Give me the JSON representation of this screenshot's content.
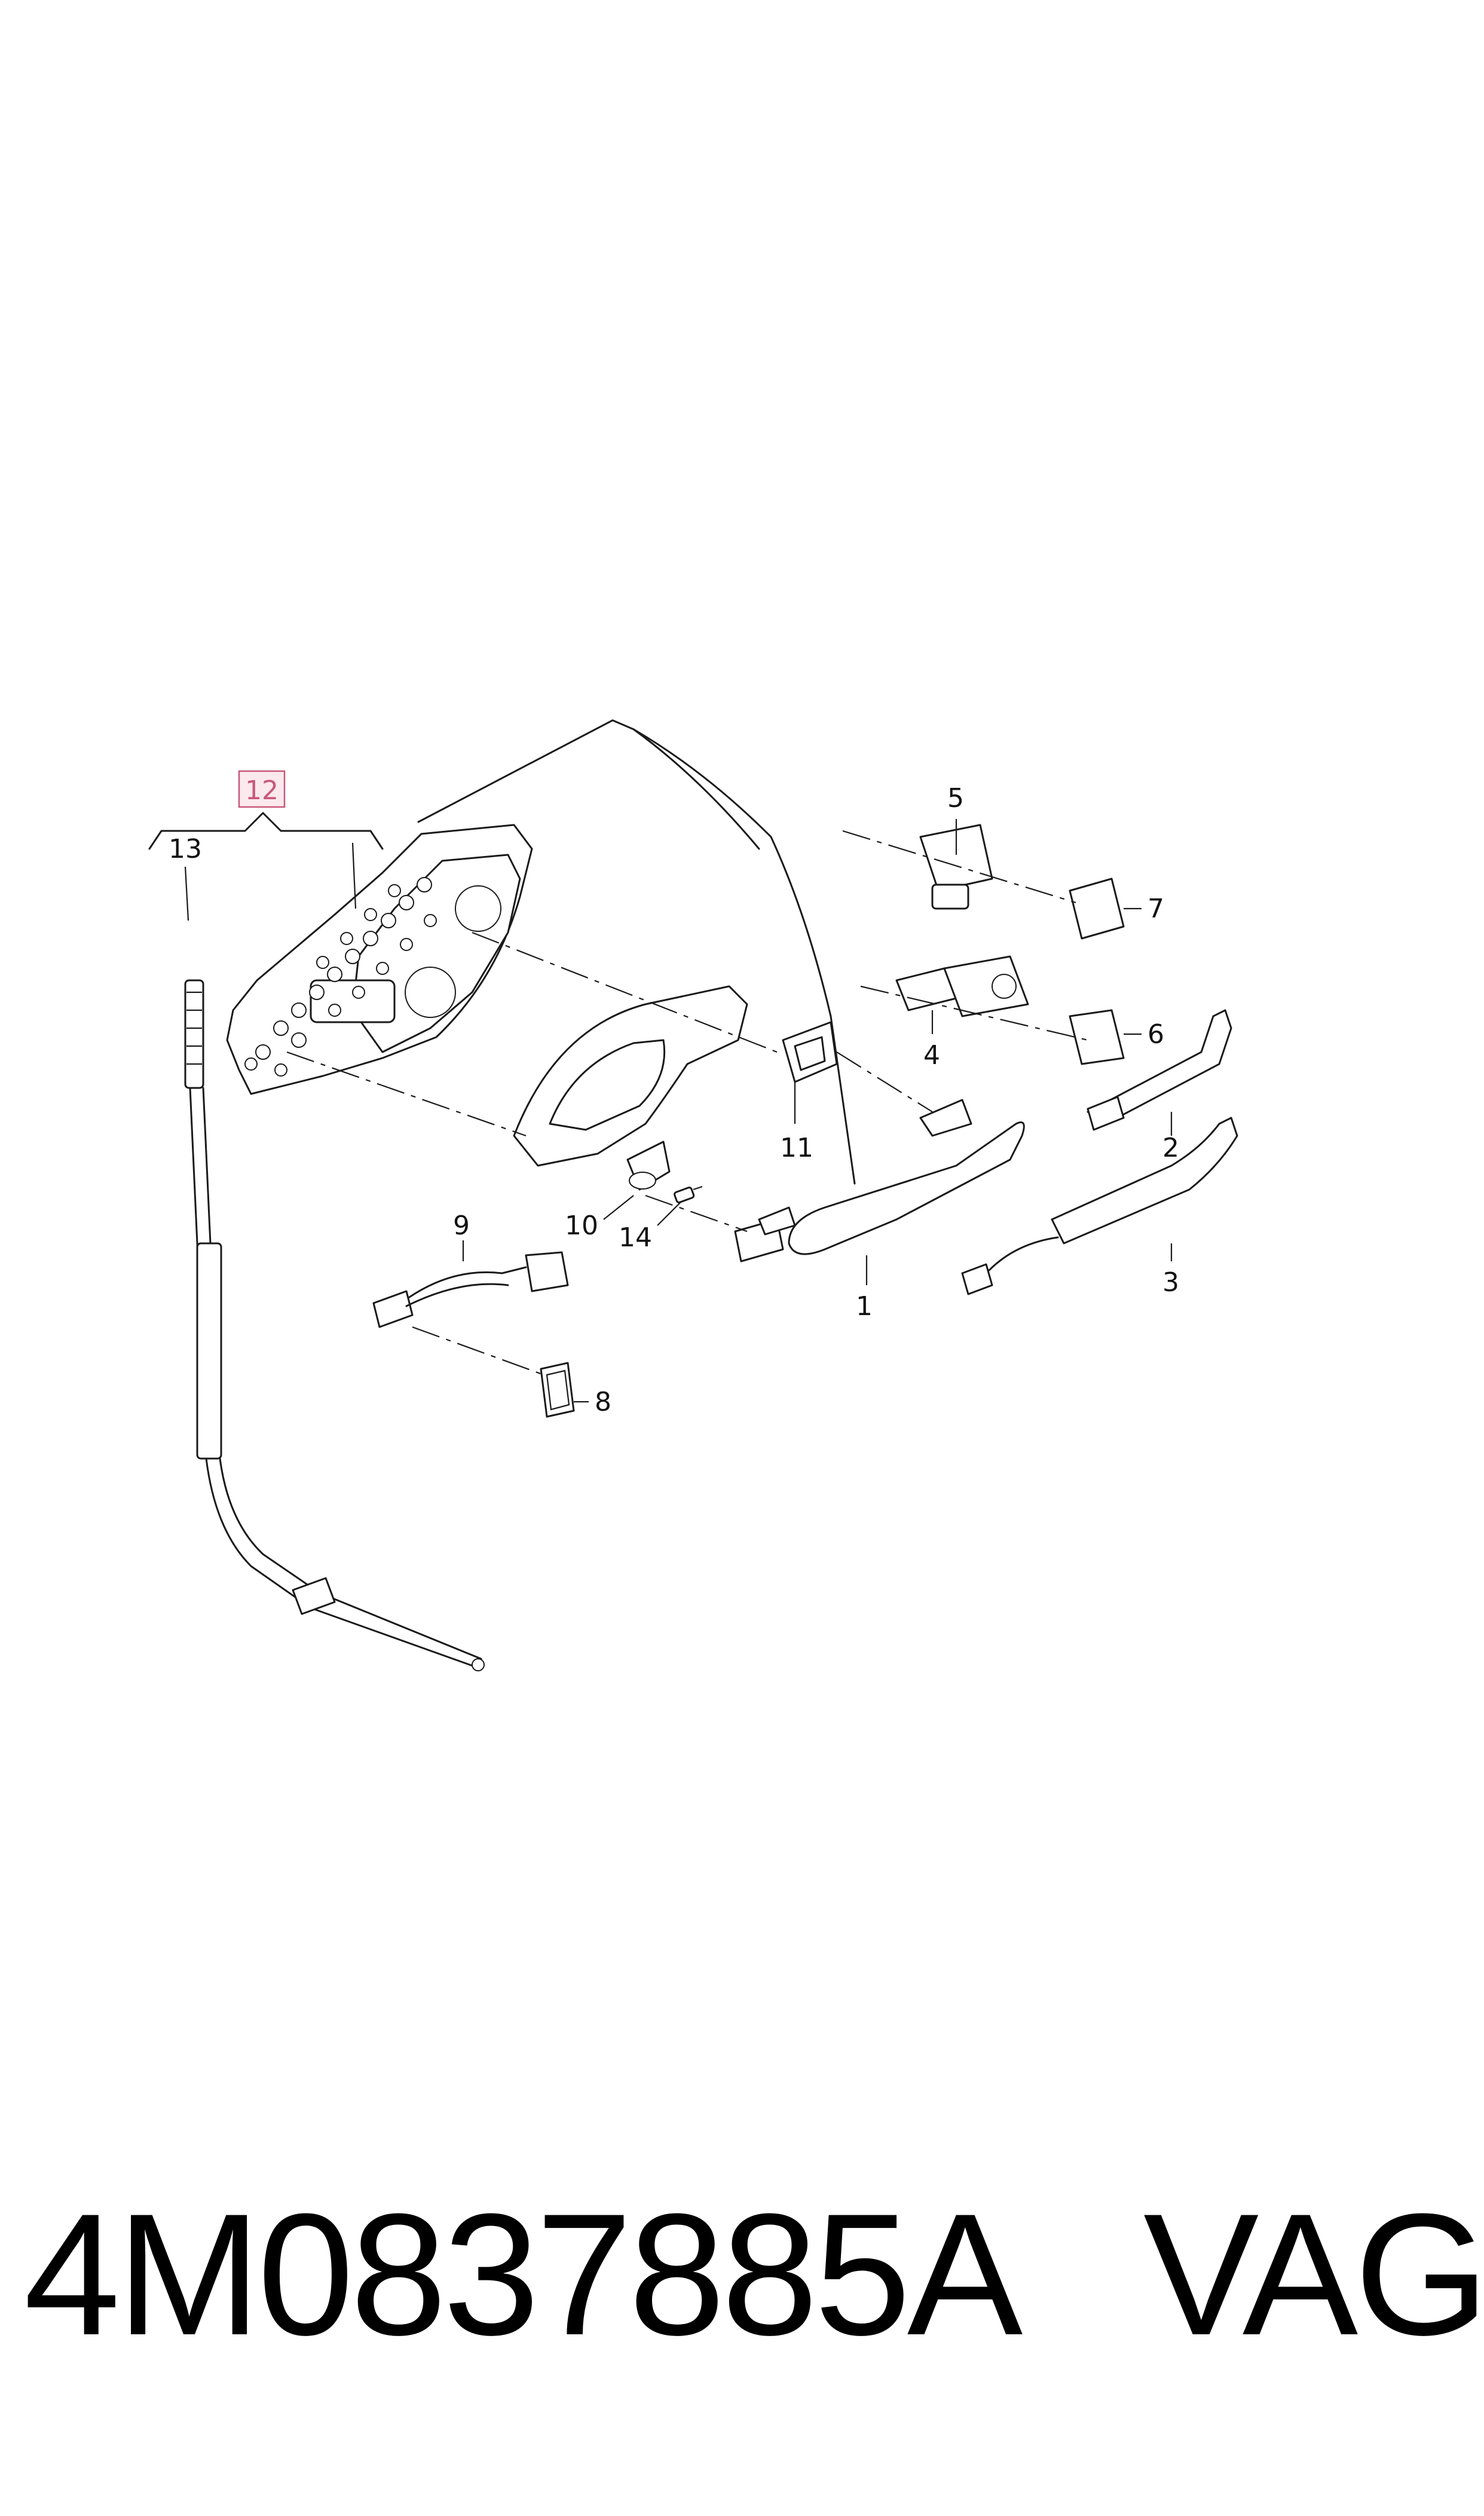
{
  "diagram": {
    "callouts": [
      {
        "id": "1",
        "label": "1"
      },
      {
        "id": "2",
        "label": "2"
      },
      {
        "id": "3",
        "label": "3"
      },
      {
        "id": "4",
        "label": "4"
      },
      {
        "id": "5",
        "label": "5"
      },
      {
        "id": "6",
        "label": "6"
      },
      {
        "id": "7",
        "label": "7"
      },
      {
        "id": "8",
        "label": "8"
      },
      {
        "id": "9",
        "label": "9"
      },
      {
        "id": "10",
        "label": "10"
      },
      {
        "id": "11",
        "label": "11"
      },
      {
        "id": "12",
        "label": "12",
        "highlighted": true
      },
      {
        "id": "13",
        "label": "13"
      },
      {
        "id": "14",
        "label": "14"
      }
    ],
    "highlight_color": "#c8587a",
    "highlight_fill": "#fbe9ee",
    "line_color": "#1a1a1a"
  },
  "footer": {
    "part_number": "4M0837885A",
    "brand": "VAG"
  }
}
